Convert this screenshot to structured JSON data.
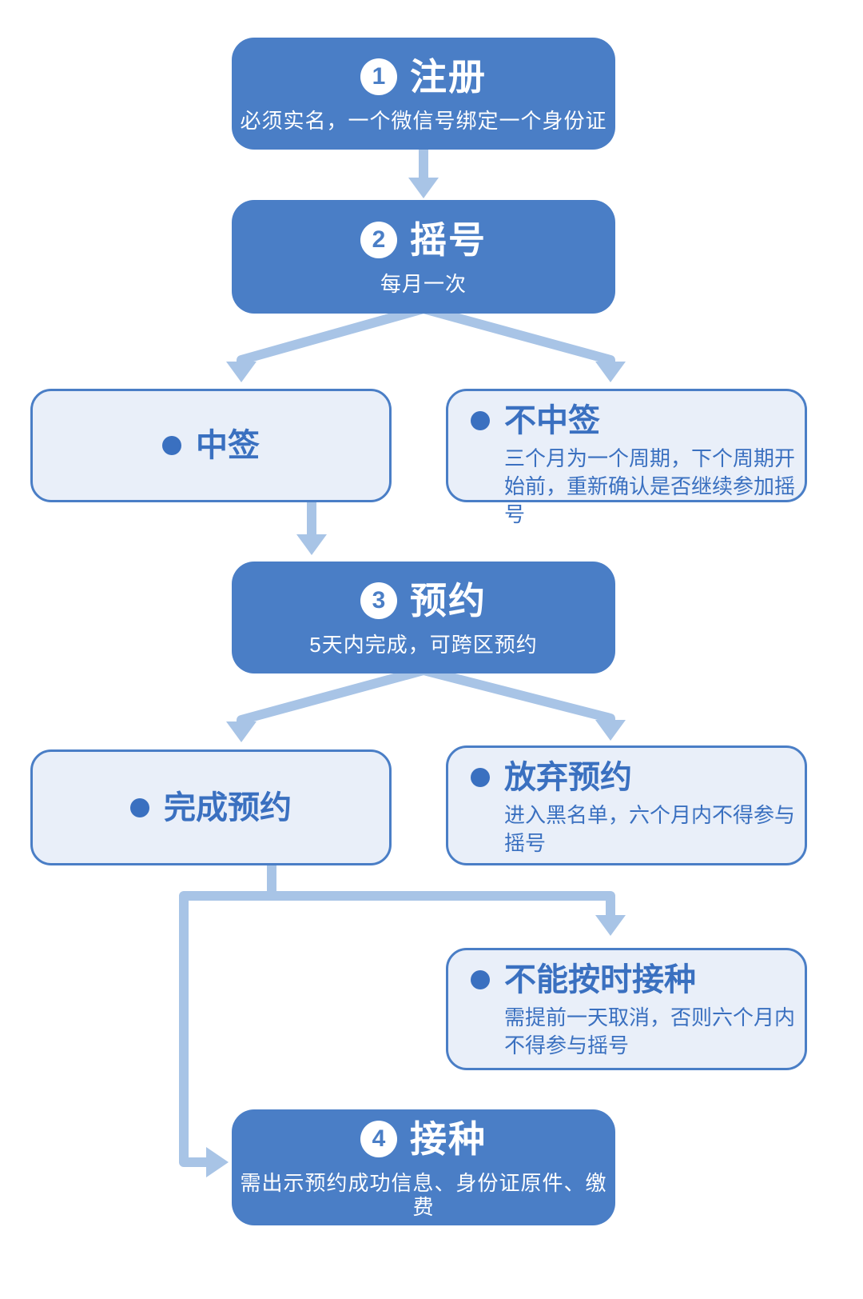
{
  "colors": {
    "primary": "#4A7EC6",
    "light_fill": "#E9EFF9",
    "arrow": "#A8C4E6",
    "text_blue": "#3A70C0"
  },
  "steps": {
    "register": {
      "number": "1",
      "title": "注册",
      "subtitle": "必须实名，一个微信号绑定一个身份证"
    },
    "lottery": {
      "number": "2",
      "title": "摇号",
      "subtitle": "每月一次"
    },
    "reserve": {
      "number": "3",
      "title": "预约",
      "subtitle": "5天内完成，可跨区预约"
    },
    "vaccinate": {
      "number": "4",
      "title": "接种",
      "subtitle": "需出示预约成功信息、身份证原件、缴费"
    }
  },
  "outcomes": {
    "win": {
      "title": "中签"
    },
    "lose": {
      "title": "不中签",
      "desc": "三个月为一个周期，下个周期开始前，重新确认是否继续参加摇号"
    },
    "complete": {
      "title": "完成预约"
    },
    "abandon": {
      "title": "放弃预约",
      "desc": "进入黑名单，六个月内不得参与摇号"
    },
    "miss": {
      "title": "不能按时接种",
      "desc": "需提前一天取消，否则六个月内不得参与摇号"
    }
  }
}
